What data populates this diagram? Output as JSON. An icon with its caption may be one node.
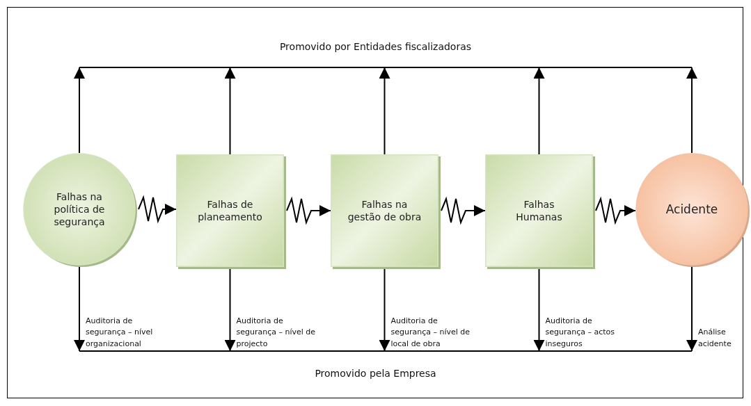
{
  "diagram": {
    "nodes": [
      {
        "text": [
          "Falhas na política de segurança"
        ]
      },
      {
        "text": [
          "Falhas de planeamento"
        ]
      },
      {
        "text": [
          "Falhas na gestão de obra"
        ]
      },
      {
        "text": [
          "Falhas Humanas"
        ]
      },
      {
        "text": [
          "Acidente"
        ]
      }
    ],
    "edges": [
      {
        "from": 0,
        "to": 1,
        "arrow": "to"
      },
      {
        "from": 1,
        "to": 2,
        "arrow": "to"
      },
      {
        "from": 2,
        "to": 3,
        "arrow": "to"
      },
      {
        "from": 3,
        "to": 4,
        "arrow": "to"
      },
      {
        "from": 0,
        "to": null,
        "arrow": "to"
      },
      {
        "from": 1,
        "to": null,
        "arrow": "to"
      },
      {
        "from": 2,
        "to": null,
        "arrow": "to"
      },
      {
        "from": 3,
        "to": null,
        "arrow": "to"
      },
      {
        "from": 4,
        "to": null,
        "arrow": "to"
      },
      {
        "from": 0,
        "to": null,
        "arrow": "to",
        "label": "Auditoria de segurança – nível organizacional"
      },
      {
        "from": 1,
        "to": null,
        "arrow": "to",
        "label": "Auditoria de segurança – nível de projecto"
      },
      {
        "from": 2,
        "to": null,
        "arrow": "to",
        "label": "Auditoria de segurança – nível de local de obra"
      },
      {
        "from": 3,
        "to": null,
        "arrow": "to",
        "label": "Auditoria de segurança – actos inseguros"
      },
      {
        "from": 4,
        "to": null,
        "arrow": "to",
        "label": "Análise acidente"
      }
    ],
    "labels": [
      "Promovido por Entidades fiscalizadoras",
      "Promovido pela Empresa"
    ]
  }
}
